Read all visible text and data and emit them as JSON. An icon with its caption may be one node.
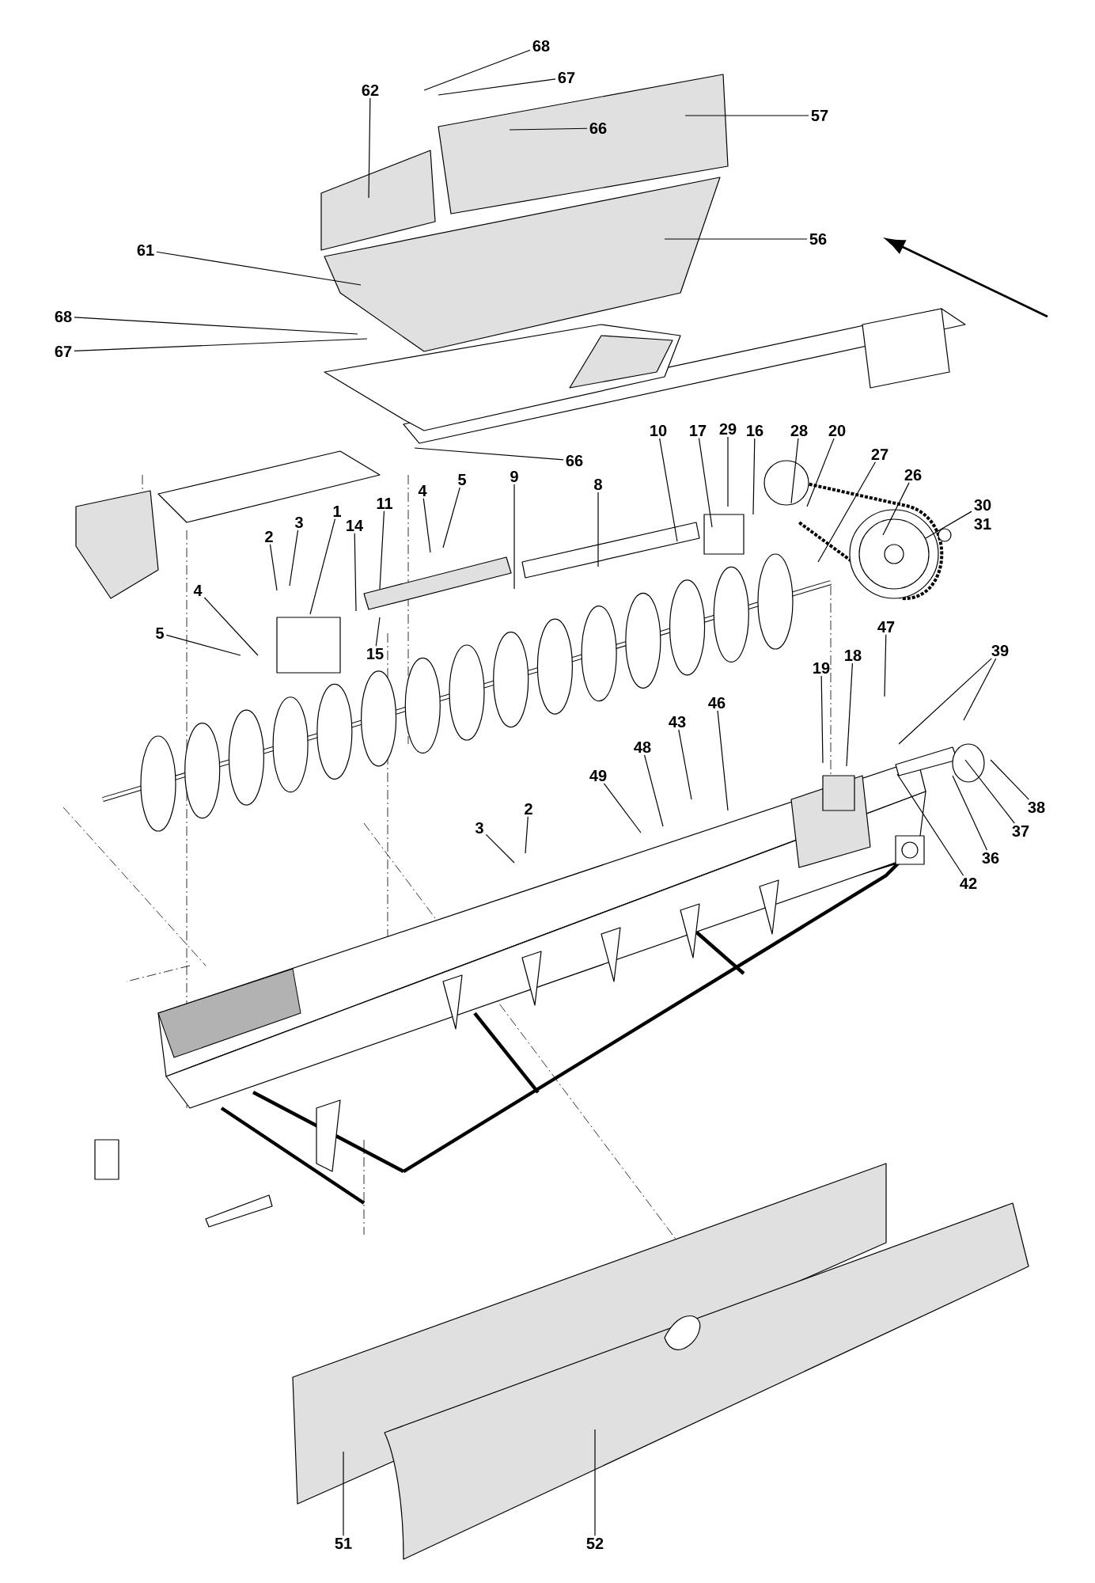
{
  "diagram": {
    "nodes": [
      {
        "text": [
          "68"
        ]
      },
      {
        "text": [
          "67"
        ]
      },
      {
        "text": [
          "62"
        ]
      },
      {
        "text": [
          "57"
        ]
      },
      {
        "text": [
          "66"
        ]
      },
      {
        "text": [
          "56"
        ]
      },
      {
        "text": [
          "61"
        ]
      },
      {
        "text": [
          "68"
        ]
      },
      {
        "text": [
          "67"
        ]
      },
      {
        "text": [
          "10"
        ]
      },
      {
        "text": [
          "17"
        ]
      },
      {
        "text": [
          "29"
        ]
      },
      {
        "text": [
          "16"
        ]
      },
      {
        "text": [
          "28"
        ]
      },
      {
        "text": [
          "20"
        ]
      },
      {
        "text": [
          "27"
        ]
      },
      {
        "text": [
          "66"
        ]
      },
      {
        "text": [
          "9"
        ]
      },
      {
        "text": [
          "26"
        ]
      },
      {
        "text": [
          "5"
        ]
      },
      {
        "text": [
          "8"
        ]
      },
      {
        "text": [
          "4"
        ]
      },
      {
        "text": [
          "11"
        ]
      },
      {
        "text": [
          "30"
        ]
      },
      {
        "text": [
          "1"
        ]
      },
      {
        "text": [
          "3"
        ]
      },
      {
        "text": [
          "31"
        ]
      },
      {
        "text": [
          "14"
        ]
      },
      {
        "text": [
          "2"
        ]
      },
      {
        "text": [
          "4"
        ]
      },
      {
        "text": [
          "47"
        ]
      },
      {
        "text": [
          "5"
        ]
      },
      {
        "text": [
          "39"
        ]
      },
      {
        "text": [
          "15"
        ]
      },
      {
        "text": [
          "18"
        ]
      },
      {
        "text": [
          "19"
        ]
      },
      {
        "text": [
          "46"
        ]
      },
      {
        "text": [
          "43"
        ]
      },
      {
        "text": [
          "48"
        ]
      },
      {
        "text": [
          "49"
        ]
      },
      {
        "text": [
          "38"
        ]
      },
      {
        "text": [
          "2"
        ]
      },
      {
        "text": [
          "37"
        ]
      },
      {
        "text": [
          "3"
        ]
      },
      {
        "text": [
          "36"
        ]
      },
      {
        "text": [
          "42"
        ]
      },
      {
        "text": [
          "51"
        ]
      },
      {
        "text": [
          "52"
        ]
      }
    ],
    "edges": [
      {
        "from": 0,
        "to": null,
        "arrow": "none"
      },
      {
        "from": 1,
        "to": null,
        "arrow": "none"
      },
      {
        "from": 2,
        "to": null,
        "arrow": "none"
      },
      {
        "from": 3,
        "to": null,
        "arrow": "none"
      },
      {
        "from": 4,
        "to": null,
        "arrow": "none"
      },
      {
        "from": 5,
        "to": null,
        "arrow": "none"
      },
      {
        "from": 6,
        "to": null,
        "arrow": "none"
      },
      {
        "from": 7,
        "to": null,
        "arrow": "none"
      },
      {
        "from": 8,
        "to": null,
        "arrow": "none"
      },
      {
        "from": 9,
        "to": null,
        "arrow": "none"
      },
      {
        "from": 10,
        "to": null,
        "arrow": "none"
      },
      {
        "from": 11,
        "to": null,
        "arrow": "none"
      },
      {
        "from": 12,
        "to": null,
        "arrow": "none"
      },
      {
        "from": 13,
        "to": null,
        "arrow": "none"
      },
      {
        "from": 14,
        "to": null,
        "arrow": "none"
      },
      {
        "from": 15,
        "to": null,
        "arrow": "none"
      },
      {
        "from": 16,
        "to": null,
        "arrow": "none"
      },
      {
        "from": 17,
        "to": null,
        "arrow": "none"
      },
      {
        "from": 18,
        "to": null,
        "arrow": "none"
      },
      {
        "from": 19,
        "to": null,
        "arrow": "none"
      },
      {
        "from": 20,
        "to": null,
        "arrow": "none"
      },
      {
        "from": 21,
        "to": null,
        "arrow": "none"
      },
      {
        "from": 22,
        "to": null,
        "arrow": "none"
      },
      {
        "from": 23,
        "to": null,
        "arrow": "none"
      },
      {
        "from": 24,
        "to": null,
        "arrow": "none"
      },
      {
        "from": 25,
        "to": null,
        "arrow": "none"
      },
      {
        "from": 27,
        "to": null,
        "arrow": "none"
      },
      {
        "from": 28,
        "to": null,
        "arrow": "none"
      },
      {
        "from": 29,
        "to": null,
        "arrow": "none"
      },
      {
        "from": 30,
        "to": null,
        "arrow": "none"
      },
      {
        "from": 31,
        "to": null,
        "arrow": "none"
      },
      {
        "from": 32,
        "to": null,
        "arrow": "none"
      },
      {
        "from": 32,
        "to": null,
        "arrow": "none"
      },
      {
        "from": 33,
        "to": null,
        "arrow": "none"
      },
      {
        "from": 34,
        "to": null,
        "arrow": "none"
      },
      {
        "from": 35,
        "to": null,
        "arrow": "none"
      },
      {
        "from": 36,
        "to": null,
        "arrow": "none"
      },
      {
        "from": 37,
        "to": null,
        "arrow": "none"
      },
      {
        "from": 38,
        "to": null,
        "arrow": "none"
      },
      {
        "from": 39,
        "to": null,
        "arrow": "none"
      },
      {
        "from": 40,
        "to": null,
        "arrow": "none"
      },
      {
        "from": 41,
        "to": null,
        "arrow": "none"
      },
      {
        "from": 42,
        "to": null,
        "arrow": "none"
      },
      {
        "from": 43,
        "to": null,
        "arrow": "none"
      },
      {
        "from": 44,
        "to": null,
        "arrow": "none"
      },
      {
        "from": 45,
        "to": null,
        "arrow": "none"
      },
      {
        "from": 46,
        "to": null,
        "arrow": "none"
      },
      {
        "from": 47,
        "to": null,
        "arrow": "none"
      }
    ]
  }
}
